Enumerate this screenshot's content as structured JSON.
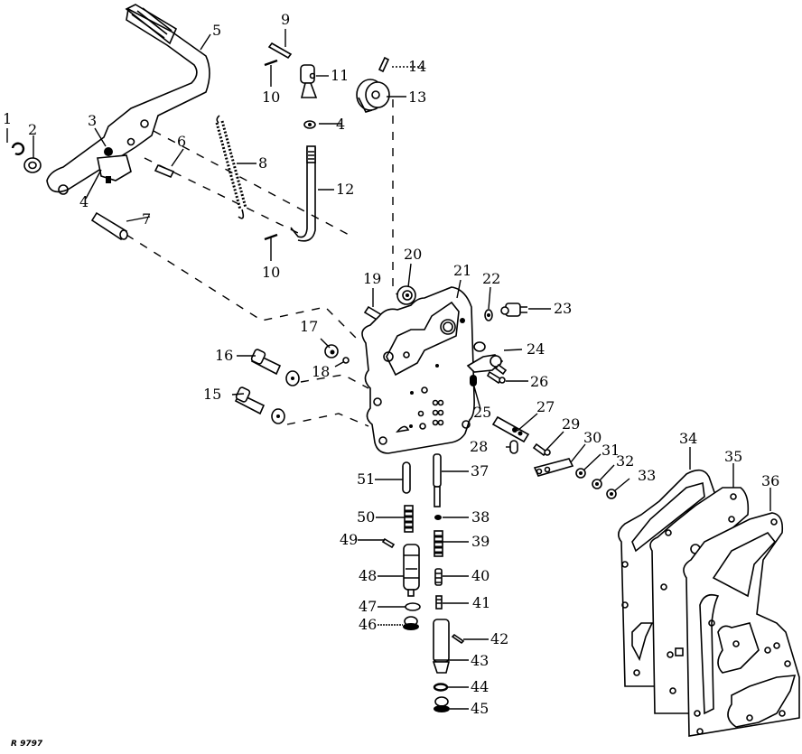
{
  "diagram": {
    "type": "exploded parts diagram",
    "reference_code": "R 9797",
    "callouts": [
      {
        "id": "1",
        "label": "1"
      },
      {
        "id": "2",
        "label": "2"
      },
      {
        "id": "3",
        "label": "3"
      },
      {
        "id": "4a",
        "label": "4"
      },
      {
        "id": "4b",
        "label": "4"
      },
      {
        "id": "5",
        "label": "5"
      },
      {
        "id": "6",
        "label": "6"
      },
      {
        "id": "7",
        "label": "7"
      },
      {
        "id": "8",
        "label": "8"
      },
      {
        "id": "9",
        "label": "9"
      },
      {
        "id": "10a",
        "label": "10"
      },
      {
        "id": "10b",
        "label": "10"
      },
      {
        "id": "11",
        "label": "11"
      },
      {
        "id": "12",
        "label": "12"
      },
      {
        "id": "13",
        "label": "13"
      },
      {
        "id": "14",
        "label": "14"
      },
      {
        "id": "15",
        "label": "15"
      },
      {
        "id": "16",
        "label": "16"
      },
      {
        "id": "17",
        "label": "17"
      },
      {
        "id": "18",
        "label": "18"
      },
      {
        "id": "19",
        "label": "19"
      },
      {
        "id": "20",
        "label": "20"
      },
      {
        "id": "21",
        "label": "21"
      },
      {
        "id": "22",
        "label": "22"
      },
      {
        "id": "23",
        "label": "23"
      },
      {
        "id": "24",
        "label": "24"
      },
      {
        "id": "25",
        "label": "25"
      },
      {
        "id": "26",
        "label": "26"
      },
      {
        "id": "27",
        "label": "27"
      },
      {
        "id": "28",
        "label": "28"
      },
      {
        "id": "29",
        "label": "29"
      },
      {
        "id": "30",
        "label": "30"
      },
      {
        "id": "31",
        "label": "31"
      },
      {
        "id": "32",
        "label": "32"
      },
      {
        "id": "33",
        "label": "33"
      },
      {
        "id": "34",
        "label": "34"
      },
      {
        "id": "35",
        "label": "35"
      },
      {
        "id": "36",
        "label": "36"
      },
      {
        "id": "37",
        "label": "37"
      },
      {
        "id": "38",
        "label": "38"
      },
      {
        "id": "39",
        "label": "39"
      },
      {
        "id": "40",
        "label": "40"
      },
      {
        "id": "41",
        "label": "41"
      },
      {
        "id": "42",
        "label": "42"
      },
      {
        "id": "43",
        "label": "43"
      },
      {
        "id": "44",
        "label": "44"
      },
      {
        "id": "45",
        "label": "45"
      },
      {
        "id": "46",
        "label": "46"
      },
      {
        "id": "47",
        "label": "47"
      },
      {
        "id": "48",
        "label": "48"
      },
      {
        "id": "49",
        "label": "49"
      },
      {
        "id": "50",
        "label": "50"
      },
      {
        "id": "51",
        "label": "51"
      }
    ]
  }
}
